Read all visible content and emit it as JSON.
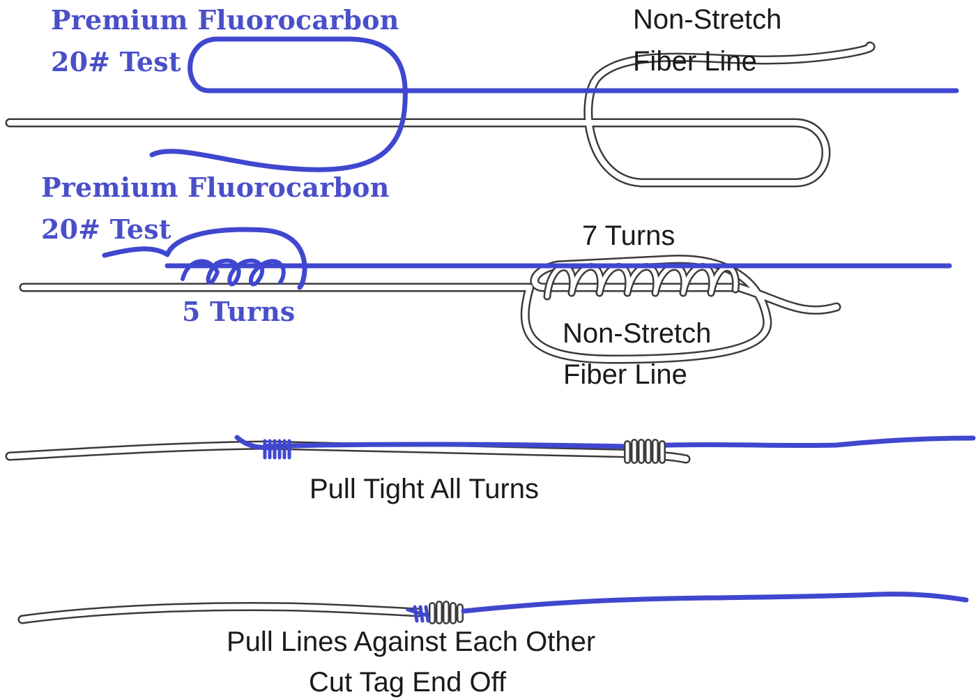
{
  "colors": {
    "fluorocarbon_line": "#4047cf",
    "fiber_line_outline": "#3b3b3b",
    "fiber_line_fill": "#ffffff",
    "serif_label": "#4a4fc9",
    "sans_label": "#1a1a1a"
  },
  "step1": {
    "fluoro_label_line1": "Premium Fluorocarbon",
    "fluoro_label_line2": "20# Test",
    "fiber_label_line1": "Non-Stretch",
    "fiber_label_line2": "Fiber Line"
  },
  "step2": {
    "fluoro_label_line1": "Premium Fluorocarbon",
    "fluoro_label_line2": "20# Test",
    "fluoro_turns": "5 Turns",
    "fiber_turns": "7 Turns",
    "fiber_label_line1": "Non-Stretch",
    "fiber_label_line2": "Fiber Line"
  },
  "step3": {
    "caption": "Pull Tight All Turns"
  },
  "step4": {
    "caption_line1": "Pull Lines Against Each Other",
    "caption_line2": "Cut Tag End Off"
  }
}
